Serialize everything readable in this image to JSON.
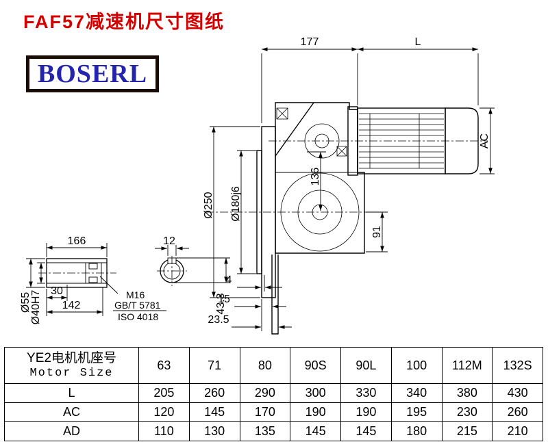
{
  "page": {
    "title": "FAF57减速机尺寸图纸",
    "logo": "BOSERL"
  },
  "drawing": {
    "main": {
      "dim_177": "177",
      "dim_L": "L",
      "dim_AC": "AC",
      "dim_od": "Ø250",
      "dim_spigot": "Ø180j6",
      "dim_136": "136",
      "dim_91": "91",
      "dim_4": "4",
      "dim_15": "15",
      "dim_23_5": "23.5"
    },
    "shaft": {
      "dim_166": "166",
      "dim_12": "12",
      "dim_55": "Ø55",
      "dim_40": "Ø40H7",
      "dim_30": "30",
      "dim_142": "142",
      "dim_43_3": "43.3",
      "m16": "M16",
      "gbt": "GB/T 5781",
      "iso": "ISO 4018"
    }
  },
  "table": {
    "header_cn": "YE2电机机座号",
    "header_en": "Motor Size",
    "columns": [
      "63",
      "71",
      "80",
      "90S",
      "90L",
      "100",
      "112M",
      "132S"
    ],
    "rows": [
      {
        "label": "L",
        "values": [
          "205",
          "260",
          "290",
          "300",
          "330",
          "340",
          "380",
          "430"
        ]
      },
      {
        "label": "AC",
        "values": [
          "120",
          "145",
          "170",
          "190",
          "190",
          "195",
          "230",
          "260"
        ]
      },
      {
        "label": "AD",
        "values": [
          "110",
          "130",
          "135",
          "145",
          "145",
          "180",
          "215",
          "210"
        ]
      }
    ]
  }
}
